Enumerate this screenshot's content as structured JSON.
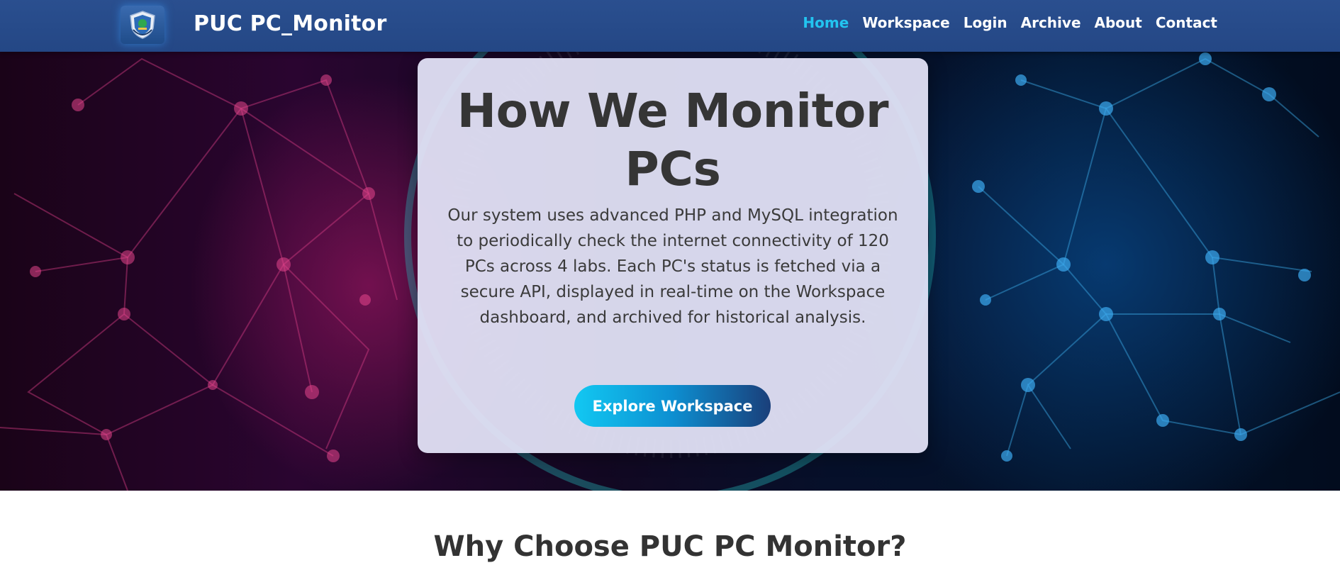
{
  "navbar": {
    "brand": "PUC PC_Monitor",
    "logo_icon": "university-crest-icon",
    "links": [
      {
        "label": "Home",
        "active": true
      },
      {
        "label": "Workspace",
        "active": false
      },
      {
        "label": "Login",
        "active": false
      },
      {
        "label": "Archive",
        "active": false
      },
      {
        "label": "About",
        "active": false
      },
      {
        "label": "Contact",
        "active": false
      }
    ]
  },
  "hero": {
    "title": "How We Monitor PCs",
    "description": "Our system uses advanced PHP and MySQL integration to periodically check the internet connectivity of 120 PCs across 4 labs. Each PC's status is fetched via a secure API, displayed in real-time on the Workspace dashboard, and archived for historical analysis.",
    "cta_label": "Explore Workspace"
  },
  "why": {
    "title": "Why Choose PUC PC Monitor?"
  },
  "colors": {
    "navbar": "#2a4f8f",
    "active_link": "#22c4f0",
    "card_bg": "#e2e2f6",
    "cta_start": "#12c8f2",
    "cta_end": "#1a3f7a"
  }
}
